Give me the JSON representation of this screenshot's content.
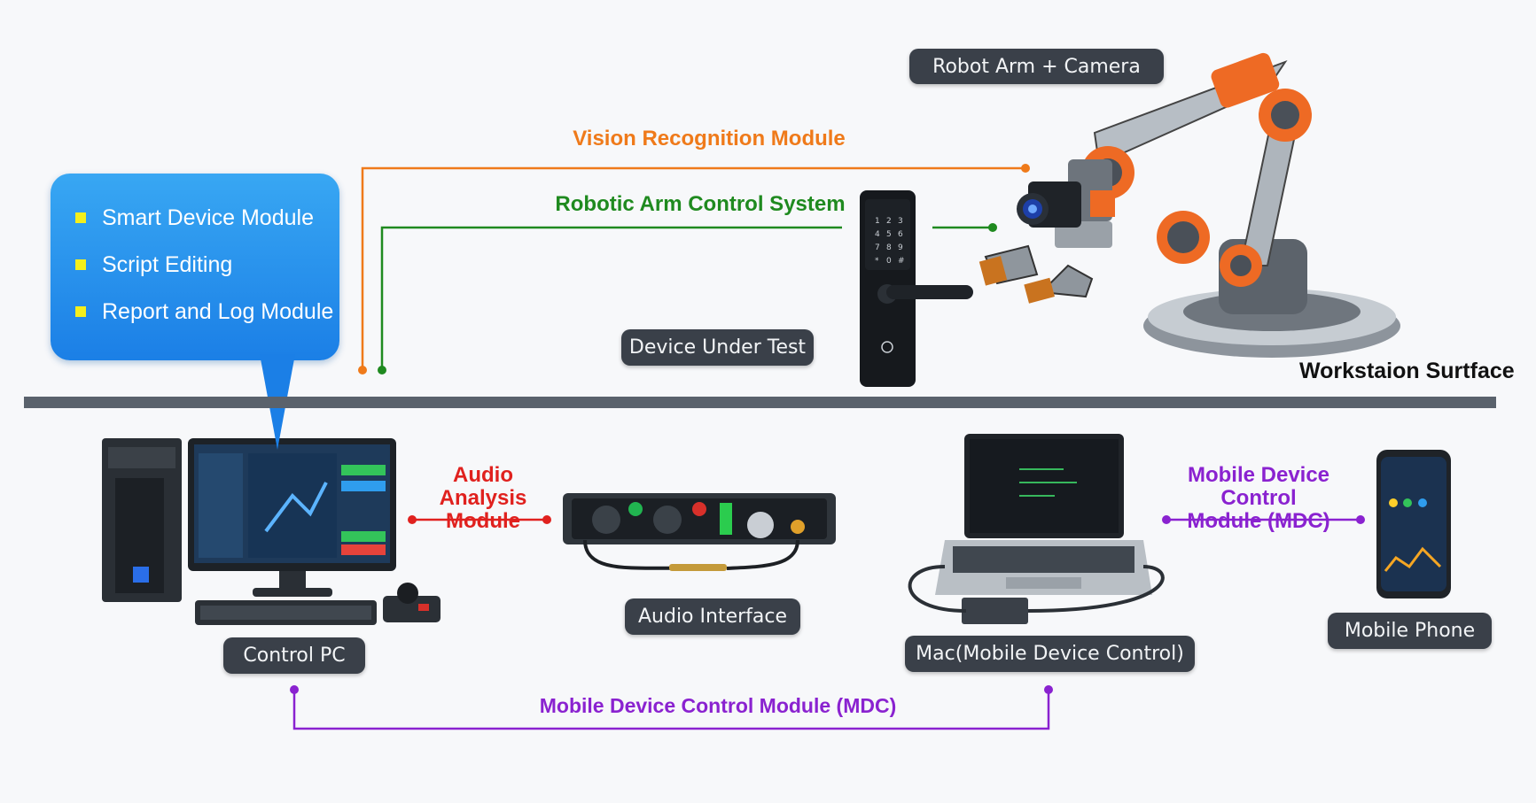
{
  "labels": {
    "robot_arm_camera": "Robot Arm + Camera",
    "device_under_test": "Device Under Test",
    "workstation_surface": "Workstaion Surtface",
    "control_pc": "Control PC",
    "audio_interface": "Audio Interface",
    "mac": "Mac(Mobile Device Control)",
    "mobile_phone": "Mobile Phone"
  },
  "modules": {
    "vision": "Vision Recognition Module",
    "robotic_arm": "Robotic Arm Control System",
    "audio_line1": "Audio Analysis",
    "audio_line2": "Module",
    "mdc_right_line1": "Mobile Device Control",
    "mdc_right_line2": "Module (MDC)",
    "mdc_bottom": "Mobile Device Control Module (MDC)"
  },
  "bubble": {
    "items": [
      "Smart Device Module",
      "Script Editing",
      "Report and Log Module"
    ]
  },
  "colors": {
    "vision": "#ef7a1a",
    "robotic_arm": "#1f8a1f",
    "audio": "#e0211e",
    "mdc": "#8a22d0",
    "pill_bg": "#3a4049",
    "bubble": "#1b7fe6",
    "surface": "#5a626c"
  },
  "icons": [
    "robot-arm-icon",
    "camera-icon",
    "smart-lock-icon",
    "pc-tower-icon",
    "monitor-icon",
    "keyboard-icon",
    "joystick-icon",
    "audio-interface-icon",
    "laptop-icon",
    "smartphone-icon"
  ]
}
